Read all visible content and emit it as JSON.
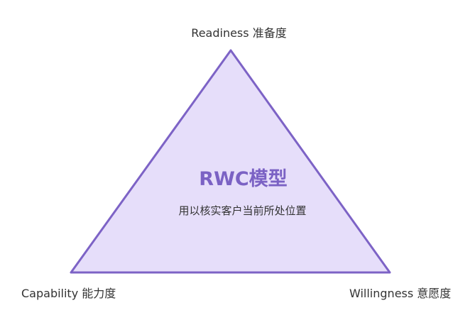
{
  "diagram": {
    "title": "RWC模型",
    "subtitle": "用以核实客户当前所处位置",
    "vertices": {
      "top": "Readiness 准备度",
      "bottom_left": "Capability 能力度",
      "bottom_right": "Willingness 意愿度"
    },
    "colors": {
      "fill": "#e6defa",
      "stroke": "#7d63c6",
      "title": "#7b62c4",
      "text": "#333333"
    }
  }
}
